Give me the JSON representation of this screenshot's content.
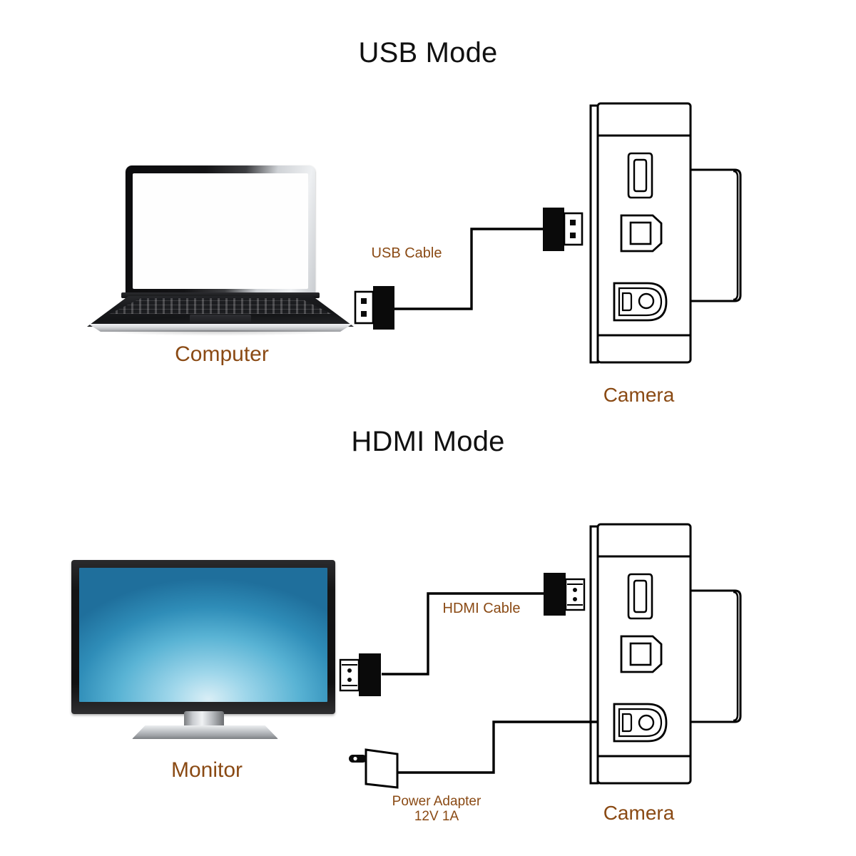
{
  "diagram": {
    "title_usb": "USB Mode",
    "title_hdmi": "HDMI Mode"
  },
  "colors": {
    "label_brown": "#8A4A14",
    "title_black": "#111111",
    "line_black": "#000000",
    "connector_body": "#0A0A0A",
    "connector_tip": "#FFFFFF",
    "screen_blue": "#59B3D4",
    "background": "#FFFFFF"
  },
  "usb_mode": {
    "title": "USB Mode",
    "computer_label": "Computer",
    "camera_label": "Camera",
    "cable_label": "USB Cable",
    "device_left": "laptop-computer",
    "device_right": "camera-unit",
    "connectors": [
      {
        "name": "usb-connector-computer-end",
        "type": "usb-plug",
        "orientation": "tip-left"
      },
      {
        "name": "usb-connector-camera-end",
        "type": "usb-plug",
        "orientation": "tip-right"
      }
    ],
    "camera_ports": [
      "hdmi-port",
      "usb-b-port",
      "dc-power-port"
    ]
  },
  "hdmi_mode": {
    "title": "HDMI Mode",
    "monitor_label": "Monitor",
    "camera_label": "Camera",
    "cable_label": "HDMI Cable",
    "power_adapter_label": "Power Adapter",
    "power_adapter_rating": "12V 1A",
    "device_left": "monitor-display",
    "device_right": "camera-unit",
    "connectors": [
      {
        "name": "hdmi-connector-monitor-end",
        "type": "hdmi-plug",
        "orientation": "tip-left"
      },
      {
        "name": "hdmi-connector-camera-end",
        "type": "hdmi-plug",
        "orientation": "tip-right"
      }
    ],
    "camera_ports": [
      "hdmi-port",
      "usb-b-port",
      "dc-power-port"
    ]
  }
}
